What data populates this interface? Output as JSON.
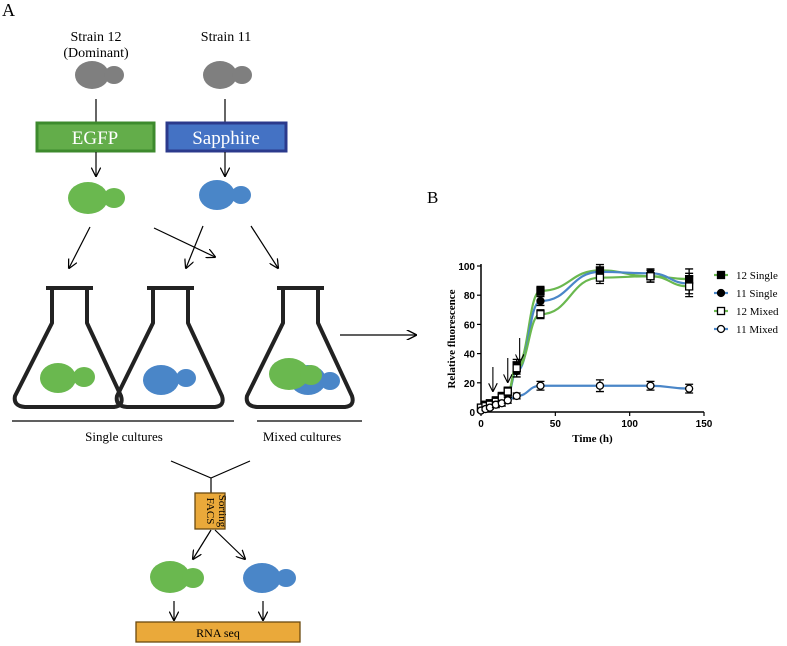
{
  "panel_a": {
    "letter": "A",
    "strain12_line1": "Strain 12",
    "strain12_line2": "(Dominant)",
    "strain11": "Strain 11",
    "egfp": "EGFP",
    "sapphire": "Sapphire",
    "single_cultures": "Single cultures",
    "mixed_cultures": "Mixed cultures",
    "facs_line1": "FACS",
    "facs_line2": "Sorting",
    "rnaseq": "RNA seq"
  },
  "panel_b": {
    "letter": "B"
  },
  "colors": {
    "gray": "#7f7f7f",
    "green": "#6ab84f",
    "blue": "#4a86c8",
    "egfp_fill": "#63ad4a",
    "egfp_border": "#3d8a2d",
    "sapphire_fill": "#4472c4",
    "sapphire_border": "#2b3a8c",
    "orange": "#eaa93a",
    "orange_border": "#6b4a10"
  },
  "chart_data": {
    "type": "line",
    "xlabel": "Time (h)",
    "ylabel": "Relative fluorescence",
    "xlim": [
      0,
      150
    ],
    "ylim": [
      0,
      100
    ],
    "xticks": [
      0,
      50,
      100,
      150
    ],
    "yticks": [
      0,
      20,
      40,
      60,
      80,
      100
    ],
    "legend_position": "right",
    "arrows_at_x": [
      8,
      18,
      26
    ],
    "series": [
      {
        "name": "12 Single",
        "marker": "filled-square",
        "color": "#6ab84f",
        "x": [
          0,
          3,
          6,
          10,
          14,
          18,
          24,
          40,
          80,
          114,
          140
        ],
        "y": [
          3,
          5,
          6,
          8,
          11,
          14,
          32,
          83,
          97,
          93,
          91
        ],
        "err": [
          2,
          2,
          2,
          2,
          2,
          3,
          4,
          3,
          4,
          4,
          7
        ]
      },
      {
        "name": "11 Single",
        "marker": "filled-circle",
        "color": "#4a86c8",
        "x": [
          0,
          3,
          6,
          10,
          14,
          18,
          24,
          40,
          80,
          114,
          140
        ],
        "y": [
          2,
          4,
          5,
          7,
          10,
          13,
          28,
          76,
          96,
          95,
          88
        ],
        "err": [
          2,
          2,
          2,
          2,
          2,
          3,
          4,
          3,
          3,
          3,
          7
        ]
      },
      {
        "name": "12 Mixed",
        "marker": "open-square",
        "color": "#6ab84f",
        "x": [
          0,
          3,
          6,
          10,
          14,
          18,
          24,
          40,
          80,
          114,
          140
        ],
        "y": [
          3,
          4,
          5,
          7,
          10,
          14,
          30,
          67,
          92,
          93,
          86
        ],
        "err": [
          2,
          2,
          2,
          2,
          2,
          3,
          4,
          3,
          4,
          4,
          7
        ]
      },
      {
        "name": "11 Mixed",
        "marker": "open-circle",
        "color": "#4a86c8",
        "x": [
          0,
          3,
          6,
          10,
          14,
          18,
          24,
          40,
          80,
          114,
          140
        ],
        "y": [
          1,
          2,
          3,
          5,
          6,
          8,
          11,
          18,
          18,
          18,
          16
        ],
        "err": [
          1,
          1,
          1,
          2,
          2,
          2,
          2,
          3,
          4,
          3,
          3
        ]
      }
    ]
  }
}
